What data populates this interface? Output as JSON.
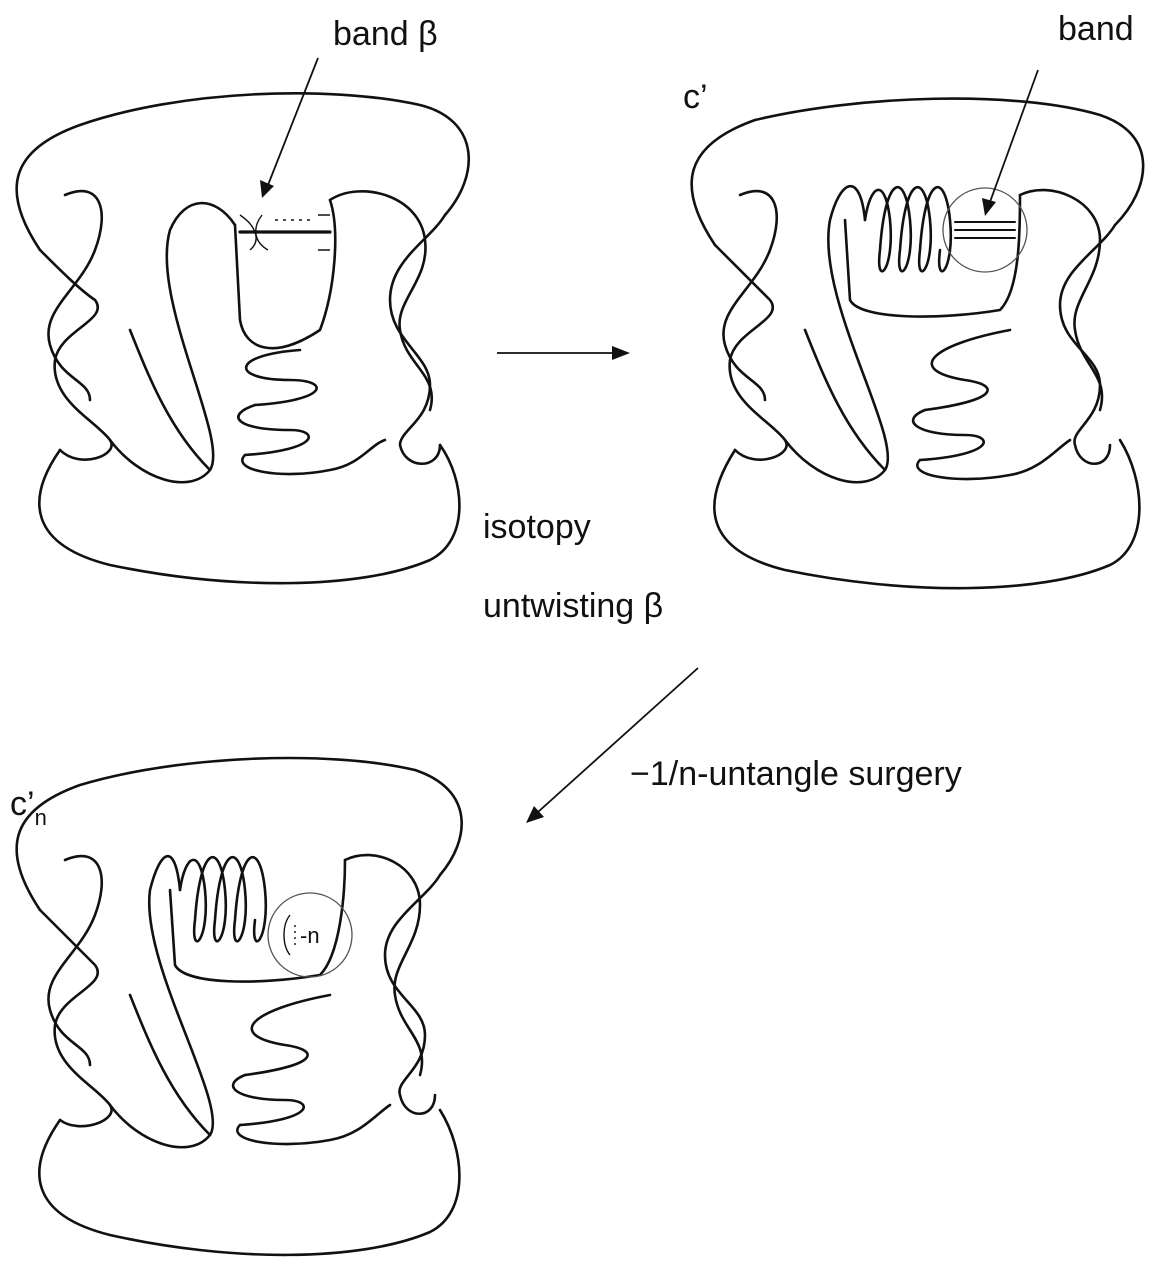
{
  "labels": {
    "band_beta": "band β",
    "band": "band",
    "c_prime": "c’",
    "c_prime_n_base": "c’",
    "c_prime_n_sub": "n",
    "isotopy": "isotopy",
    "untwisting": "untwisting β",
    "surgery": "−1/n-untangle surgery",
    "minus_n": "-n"
  }
}
